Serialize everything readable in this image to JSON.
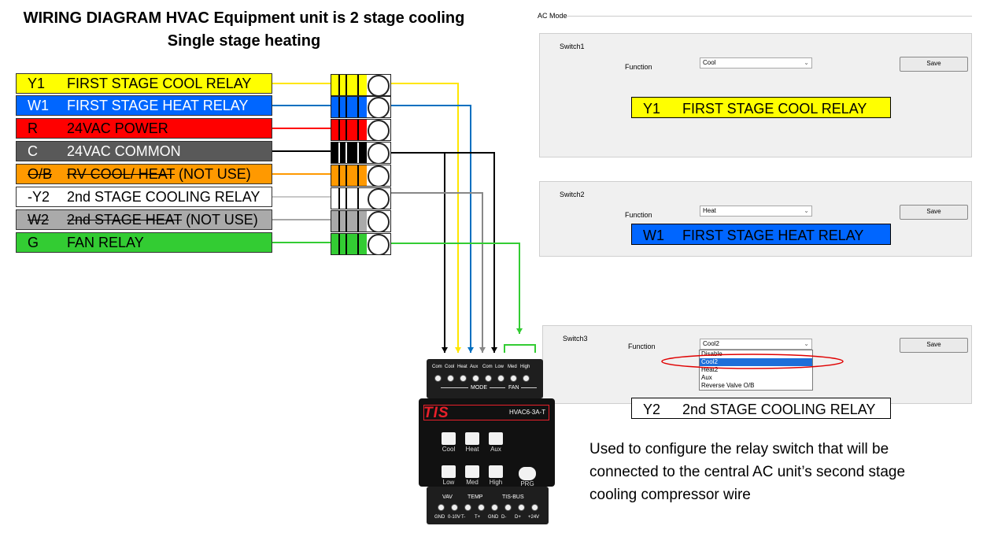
{
  "title": {
    "line1": "WIRING DIAGRAM HVAC Equipment unit is 2 stage cooling",
    "line2": "Single stage heating"
  },
  "wires": [
    {
      "code": "Y1",
      "desc": "FIRST STAGE COOL RELAY",
      "bg": "#ffff00",
      "color": "#000000",
      "line": "#ffe600",
      "struck": false,
      "suffix": ""
    },
    {
      "code": "W1",
      "desc": "FIRST STAGE HEAT RELAY",
      "bg": "#0066ff",
      "color": "#ffffff",
      "line": "#0070c0",
      "struck": false,
      "suffix": ""
    },
    {
      "code": "R",
      "desc": "24VAC  POWER",
      "bg": "#ff0000",
      "color": "#000000",
      "line": "#ff0000",
      "struck": false,
      "suffix": ""
    },
    {
      "code": "C",
      "desc": "24VAC  COMMON",
      "bg": "#595959",
      "color": "#ffffff",
      "line": "#000000",
      "struck": false,
      "suffix": ""
    },
    {
      "code": "O/B",
      "desc": "RV  COOL/ HEAT",
      "bg": "#ff9900",
      "color": "#000000",
      "line": "#ff9900",
      "struck": true,
      "suffix": " (NOT USE)"
    },
    {
      "code": "-Y2",
      "desc": "2nd STAGE COOLING RELAY",
      "bg": "#ffffff",
      "color": "#000000",
      "line": "#c8c8c8",
      "struck": false,
      "suffix": ""
    },
    {
      "code": "W2",
      "desc": "2nd STAGE HEAT",
      "bg": "#aaaaaa",
      "color": "#000000",
      "line": "#a6a6a6",
      "struck": true,
      "suffix": " (NOT USE)"
    },
    {
      "code": "G",
      "desc": "FAN RELAY",
      "bg": "#33cc33",
      "color": "#000000",
      "line": "#33cc33",
      "struck": false,
      "suffix": ""
    }
  ],
  "ac_mode": {
    "label": "AC Mode",
    "switches": [
      {
        "name": "Switch1",
        "function_label": "Function",
        "value": "Cool",
        "save": "Save",
        "relay_code": "Y1",
        "relay_desc": "FIRST STAGE COOL RELAY",
        "relay_bg": "#ffff00",
        "relay_color": "#000000"
      },
      {
        "name": "Switch2",
        "function_label": "Function",
        "value": "Heat",
        "save": "Save",
        "relay_code": "W1",
        "relay_desc": "FIRST STAGE HEAT RELAY",
        "relay_bg": "#0066ff",
        "relay_color": "#000000"
      },
      {
        "name": "Switch3",
        "function_label": "Function",
        "value": "Cool2",
        "save": "Save",
        "relay_code": "Y2",
        "relay_desc": "2nd STAGE COOLING RELAY",
        "relay_bg": "#ffffff",
        "relay_color": "#000000"
      }
    ],
    "dropdown_options": [
      "Disable",
      "Cool2",
      "Heat2",
      "Aux",
      "Reverse Valve O/B"
    ],
    "selected_option": "Cool2",
    "highlight_color": "#e00000"
  },
  "device": {
    "top_terminals": [
      "Com",
      "Cool",
      "Heat",
      "Aux",
      "Com",
      "Low",
      "Med",
      "High"
    ],
    "mode_label": "MODE",
    "fan_label": "FAN",
    "brand": "TIS",
    "model": "HVAC6-3A-T",
    "buttons_row1": [
      "Cool",
      "Heat",
      "Aux"
    ],
    "buttons_row2": [
      "Low",
      "Med",
      "High"
    ],
    "prg": "PRG",
    "bottom_groups": [
      "VAV",
      "TEMP",
      "TIS-BUS"
    ],
    "bottom_terminals": [
      "GND",
      "0-10V",
      "T-",
      "T+",
      "GND",
      "D-",
      "D+",
      "+24V"
    ]
  },
  "note": {
    "lines": [
      "Used to configure the relay switch that will be",
      "connected to the central AC unit’s second stage",
      "cooling compressor wire"
    ]
  }
}
